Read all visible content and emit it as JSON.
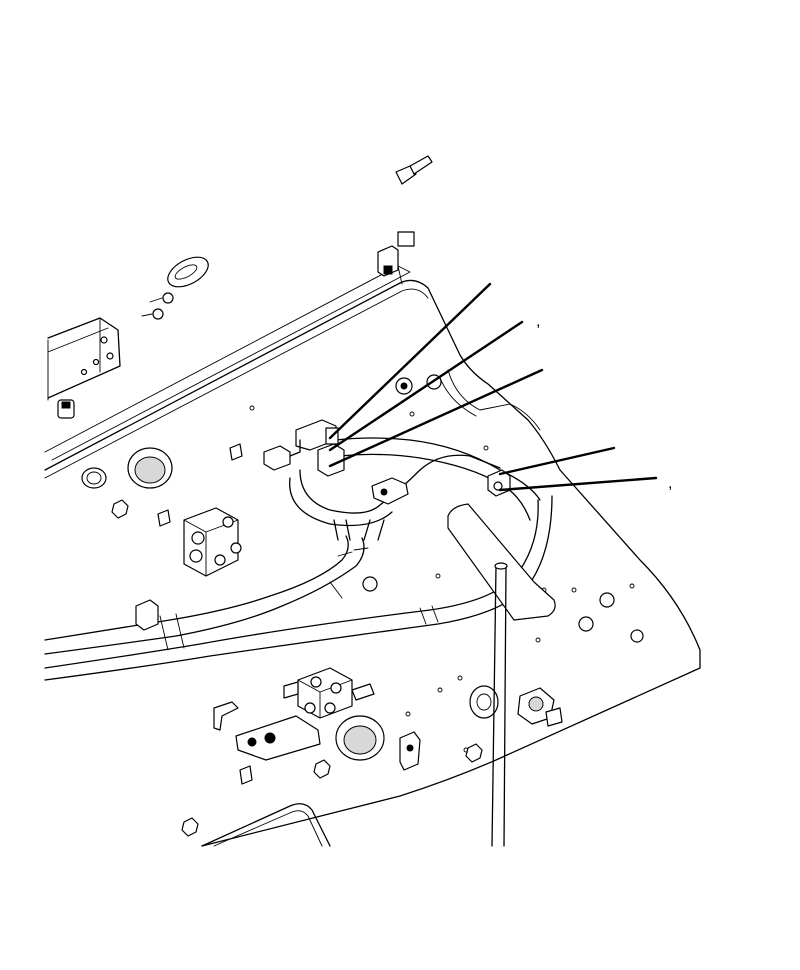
{
  "callouts": [
    {
      "id": "c1",
      "text": ""
    },
    {
      "id": "c2",
      "text": ","
    },
    {
      "id": "c3",
      "text": ""
    },
    {
      "id": "c4",
      "text": ""
    },
    {
      "id": "c5",
      "text": ","
    }
  ]
}
